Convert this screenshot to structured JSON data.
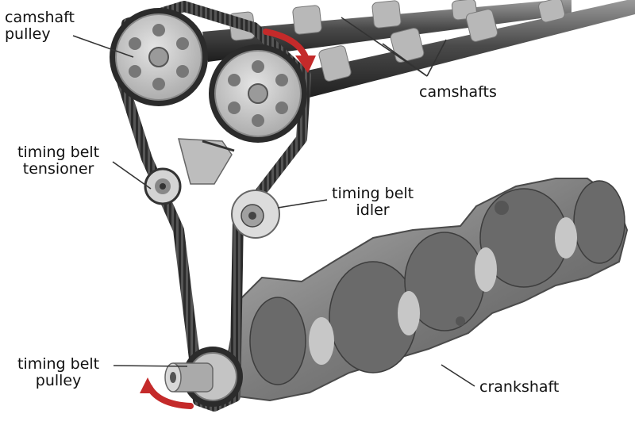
{
  "labels": {
    "camshaft_pulley": [
      "camshaft",
      "pulley"
    ],
    "camshafts": "camshafts",
    "tensioner": [
      "timing belt",
      "tensioner"
    ],
    "idler": [
      "timing belt",
      "idler"
    ],
    "belt_pulley": [
      "timing belt",
      "pulley"
    ],
    "crankshaft": "crankshaft"
  },
  "colors": {
    "belt": "#2b2b2b",
    "metal": "#8f8f8f",
    "metal_dark": "#5e5e5e",
    "pulley": "#cfcfcf",
    "arrow": "#c42a2a",
    "leader": "#333333"
  }
}
